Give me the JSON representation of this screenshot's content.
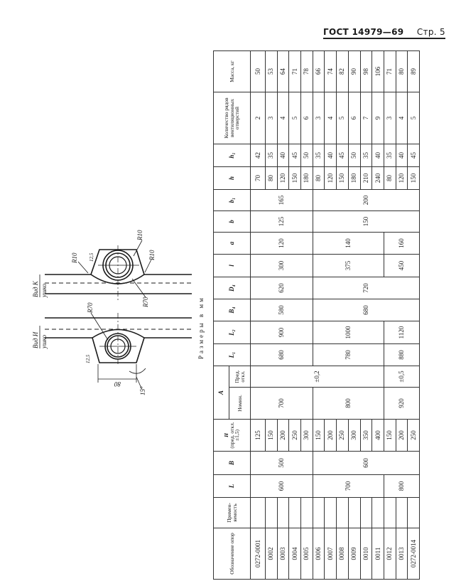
{
  "page_header": {
    "standard": "ГОСТ 14979—69",
    "page": "Стр. 5"
  },
  "caption": "Размеры в мм",
  "drawing": {
    "view_k": {
      "title": "Вид К",
      "subtitle": "ушко"
    },
    "view_i": {
      "title": "Вид И",
      "subtitle": "ушко"
    },
    "labels": {
      "r10_a": "R10",
      "r10_b": "R10",
      "r10_c": "R10",
      "r70_a": "R70",
      "r70_b": "R70",
      "dim_125_a": "12,5",
      "dim_125_b": "12,5",
      "dim_80": "80",
      "angle_15": "15°"
    }
  },
  "table": {
    "headers": {
      "designation": "Обозначение опор",
      "applicability": "Примен­яемость",
      "L": "L",
      "B": "B",
      "H": "H",
      "H_note": "(пред. откл. ±1,5)",
      "A": "A",
      "A_nom": "Номин.",
      "A_tol": "Пред. откл.",
      "L1": "L₁",
      "L2": "L₂",
      "B4": "B₄",
      "D4": "D₄",
      "l": "l",
      "a": "a",
      "b": "b",
      "b1": "b₁",
      "h": "h",
      "h1": "h₁",
      "vent_rows": "Количество рядов вентиляци­онных отверстий",
      "mass": "Масса, кг"
    },
    "rows": [
      {
        "designation": "0272-0001",
        "H": "125",
        "h": "70",
        "h1": "42",
        "vent_rows": "2",
        "mass": "50"
      },
      {
        "designation": "0002",
        "H": "150",
        "h": "80",
        "h1": "35",
        "vent_rows": "3",
        "mass": "53"
      },
      {
        "designation": "0003",
        "H": "200",
        "h": "120",
        "h1": "40",
        "vent_rows": "4",
        "mass": "64"
      },
      {
        "designation": "0004",
        "H": "250",
        "h": "150",
        "h1": "45",
        "vent_rows": "5",
        "mass": "71"
      },
      {
        "designation": "0005",
        "H": "300",
        "h": "180",
        "h1": "50",
        "vent_rows": "6",
        "mass": "78"
      },
      {
        "designation": "0006",
        "H": "150",
        "h": "80",
        "h1": "35",
        "vent_rows": "3",
        "mass": "66"
      },
      {
        "designation": "0007",
        "H": "200",
        "h": "120",
        "h1": "40",
        "vent_rows": "4",
        "mass": "74"
      },
      {
        "designation": "0008",
        "H": "250",
        "h": "150",
        "h1": "45",
        "vent_rows": "5",
        "mass": "82"
      },
      {
        "designation": "0009",
        "H": "300",
        "h": "180",
        "h1": "50",
        "vent_rows": "6",
        "mass": "90"
      },
      {
        "designation": "0010",
        "H": "350",
        "h": "210",
        "h1": "35",
        "vent_rows": "7",
        "mass": "98"
      },
      {
        "designation": "0011",
        "H": "400",
        "h": "240",
        "h1": "40",
        "vent_rows": "9",
        "mass": "106"
      },
      {
        "designation": "0012",
        "H": "150",
        "h": "80",
        "h1": "35",
        "vent_rows": "3",
        "mass": "71"
      },
      {
        "designation": "0013",
        "H": "200",
        "h": "120",
        "h1": "40",
        "vent_rows": "4",
        "mass": "80"
      },
      {
        "designation": "0272-0014",
        "H": "250",
        "h": "150",
        "h1": "45",
        "vent_rows": "5",
        "mass": "89"
      }
    ],
    "groups": {
      "L": [
        {
          "value": "600",
          "rows": 5
        },
        {
          "value": "700",
          "rows": 6
        },
        {
          "value": "800",
          "rows": 3
        }
      ],
      "B": [
        {
          "value": "500",
          "rows": 5
        },
        {
          "value": "600",
          "rows": 9
        }
      ],
      "A_nom": [
        {
          "value": "700",
          "rows": 5
        },
        {
          "value": "800",
          "rows": 6
        },
        {
          "value": "920",
          "rows": 3
        }
      ],
      "A_tol": [
        {
          "value": "±0,2",
          "rows": 11
        },
        {
          "value": "±0,5",
          "rows": 3
        }
      ],
      "L1": [
        {
          "value": "680",
          "rows": 5
        },
        {
          "value": "780",
          "rows": 6
        },
        {
          "value": "880",
          "rows": 3
        }
      ],
      "L2": [
        {
          "value": "900",
          "rows": 5
        },
        {
          "value": "1000",
          "rows": 6
        },
        {
          "value": "1120",
          "rows": 3
        }
      ],
      "B4": [
        {
          "value": "580",
          "rows": 5
        },
        {
          "value": "680",
          "rows": 9
        }
      ],
      "D4": [
        {
          "value": "620",
          "rows": 5
        },
        {
          "value": "720",
          "rows": 9
        }
      ],
      "l": [
        {
          "value": "300",
          "rows": 5
        },
        {
          "value": "375",
          "rows": 6
        },
        {
          "value": "450",
          "rows": 3
        }
      ],
      "a": [
        {
          "value": "120",
          "rows": 5
        },
        {
          "value": "140",
          "rows": 6
        },
        {
          "value": "160",
          "rows": 3
        }
      ],
      "b": [
        {
          "value": "125",
          "rows": 5
        },
        {
          "value": "150",
          "rows": 9
        }
      ],
      "b1": [
        {
          "value": "165",
          "rows": 5
        },
        {
          "value": "200",
          "rows": 9
        }
      ]
    }
  }
}
